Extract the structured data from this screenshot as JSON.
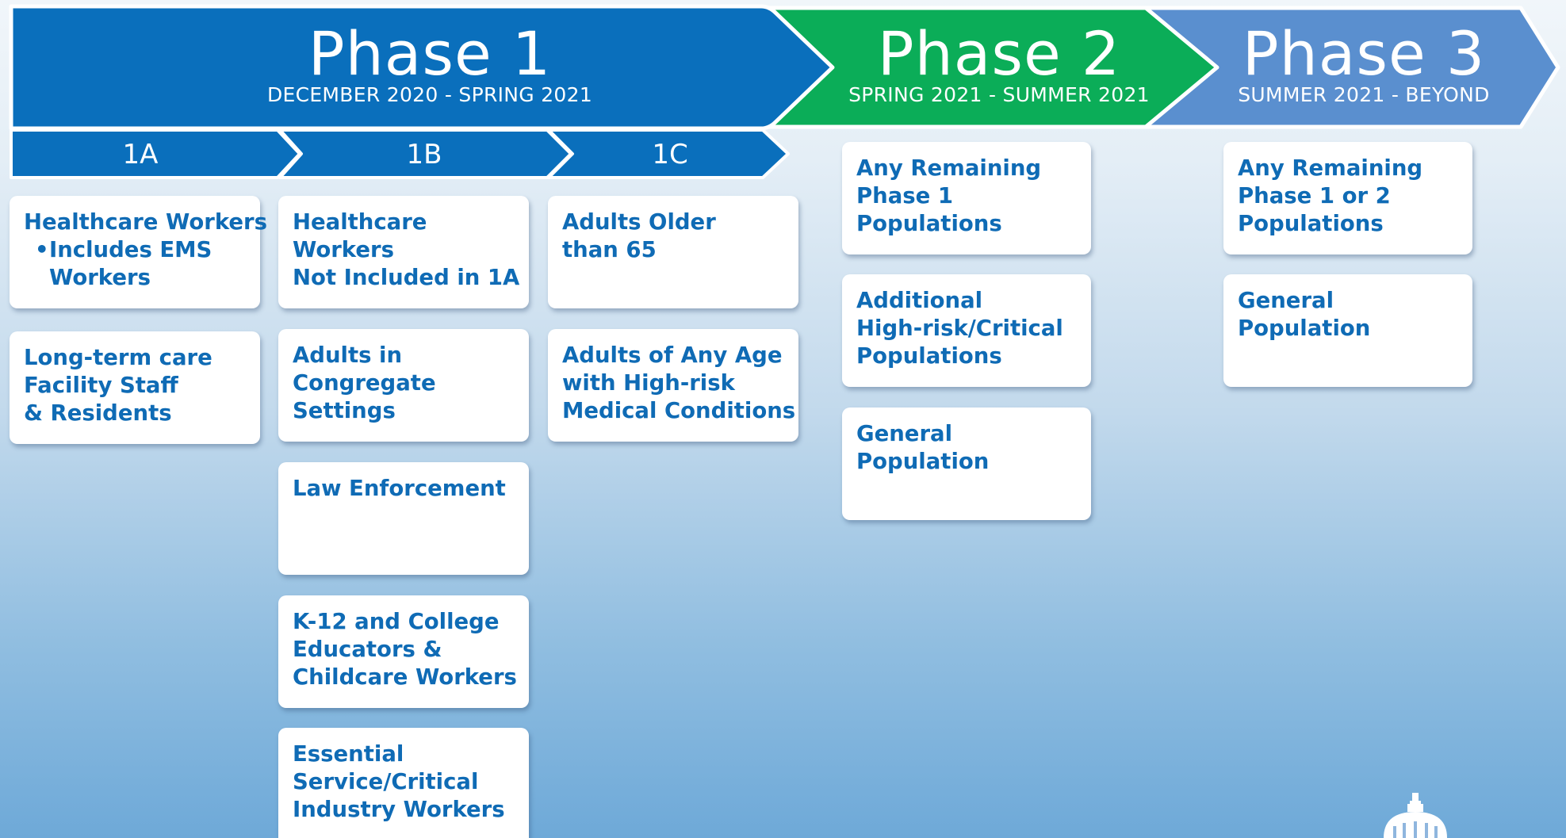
{
  "colors": {
    "phase1": "#0a6fbc",
    "phase2": "#0bad58",
    "phase3": "#5a8fcf",
    "card_text": "#0f6bb5",
    "card_bg": "#ffffff"
  },
  "phases": [
    {
      "title": "Phase 1",
      "dates": "DECEMBER 2020 - SPRING 2021"
    },
    {
      "title": "Phase 2",
      "dates": "SPRING 2021 - SUMMER 2021"
    },
    {
      "title": "Phase 3",
      "dates": "SUMMER 2021 - BEYOND"
    }
  ],
  "subphases": [
    {
      "label": "1A"
    },
    {
      "label": "1B"
    },
    {
      "label": "1C"
    }
  ],
  "columns": {
    "col_1a": {
      "cards": [
        {
          "title": "Healthcare Workers",
          "bullet": "Includes EMS",
          "bullet_cont": "Workers"
        },
        {
          "lines": [
            "Long-term care",
            "Facility Staff",
            "& Residents"
          ]
        }
      ]
    },
    "col_1b": {
      "cards": [
        {
          "lines": [
            "Healthcare",
            "Workers",
            "Not Included in 1A"
          ]
        },
        {
          "lines": [
            "Adults in",
            "Congregate",
            "Settings"
          ]
        },
        {
          "lines": [
            "Law Enforcement"
          ]
        },
        {
          "lines": [
            "K-12 and College",
            "Educators &",
            "Childcare Workers"
          ]
        },
        {
          "lines": [
            "Essential",
            "Service/Critical",
            "Industry Workers"
          ]
        }
      ]
    },
    "col_1c": {
      "cards": [
        {
          "lines": [
            "Adults Older",
            "than 65"
          ]
        },
        {
          "lines": [
            "Adults of Any Age",
            "with High-risk",
            "Medical Conditions"
          ]
        }
      ]
    },
    "col_phase2": {
      "cards": [
        {
          "lines": [
            "Any Remaining",
            "Phase 1",
            "Populations"
          ]
        },
        {
          "lines": [
            "Additional",
            "High-risk/Critical",
            "Populations"
          ]
        },
        {
          "lines": [
            "General",
            "Population"
          ]
        }
      ]
    },
    "col_phase3": {
      "cards": [
        {
          "lines": [
            "Any Remaining",
            "Phase 1 or 2",
            "Populations"
          ]
        },
        {
          "lines": [
            "General",
            "Population"
          ]
        }
      ]
    }
  },
  "icons": {
    "bottom_right": "capitol-dome-icon"
  }
}
